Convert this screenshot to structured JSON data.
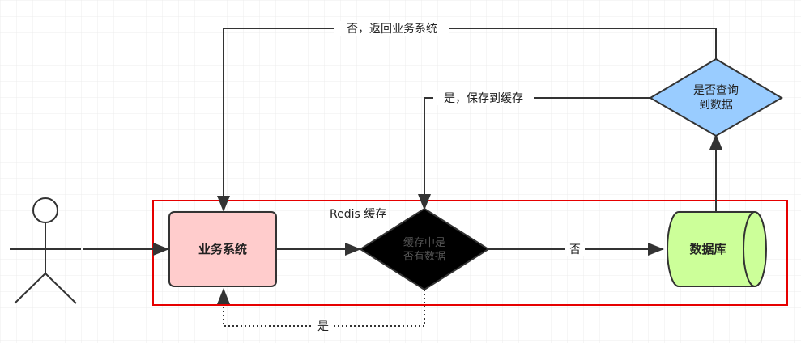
{
  "labels": {
    "no_return": "否，返回业务系统",
    "yes_save": "是，保存到缓存",
    "redis_label": "Redis 缓存",
    "no_short": "否",
    "yes_short": "是"
  },
  "nodes": {
    "business_system": "业务系统",
    "cache_check_line1": "缓存中是",
    "cache_check_line2": "否有数据",
    "database": "数据库",
    "db_check_line1": "是否查询",
    "db_check_line2": "到数据"
  },
  "colors": {
    "business_fill": "#FFCCCC",
    "database_fill": "#CCFF99",
    "db_check_fill": "#99CCFF",
    "cache_check_fill": "#000000",
    "highlight_border": "#E60000",
    "line": "#333333"
  }
}
